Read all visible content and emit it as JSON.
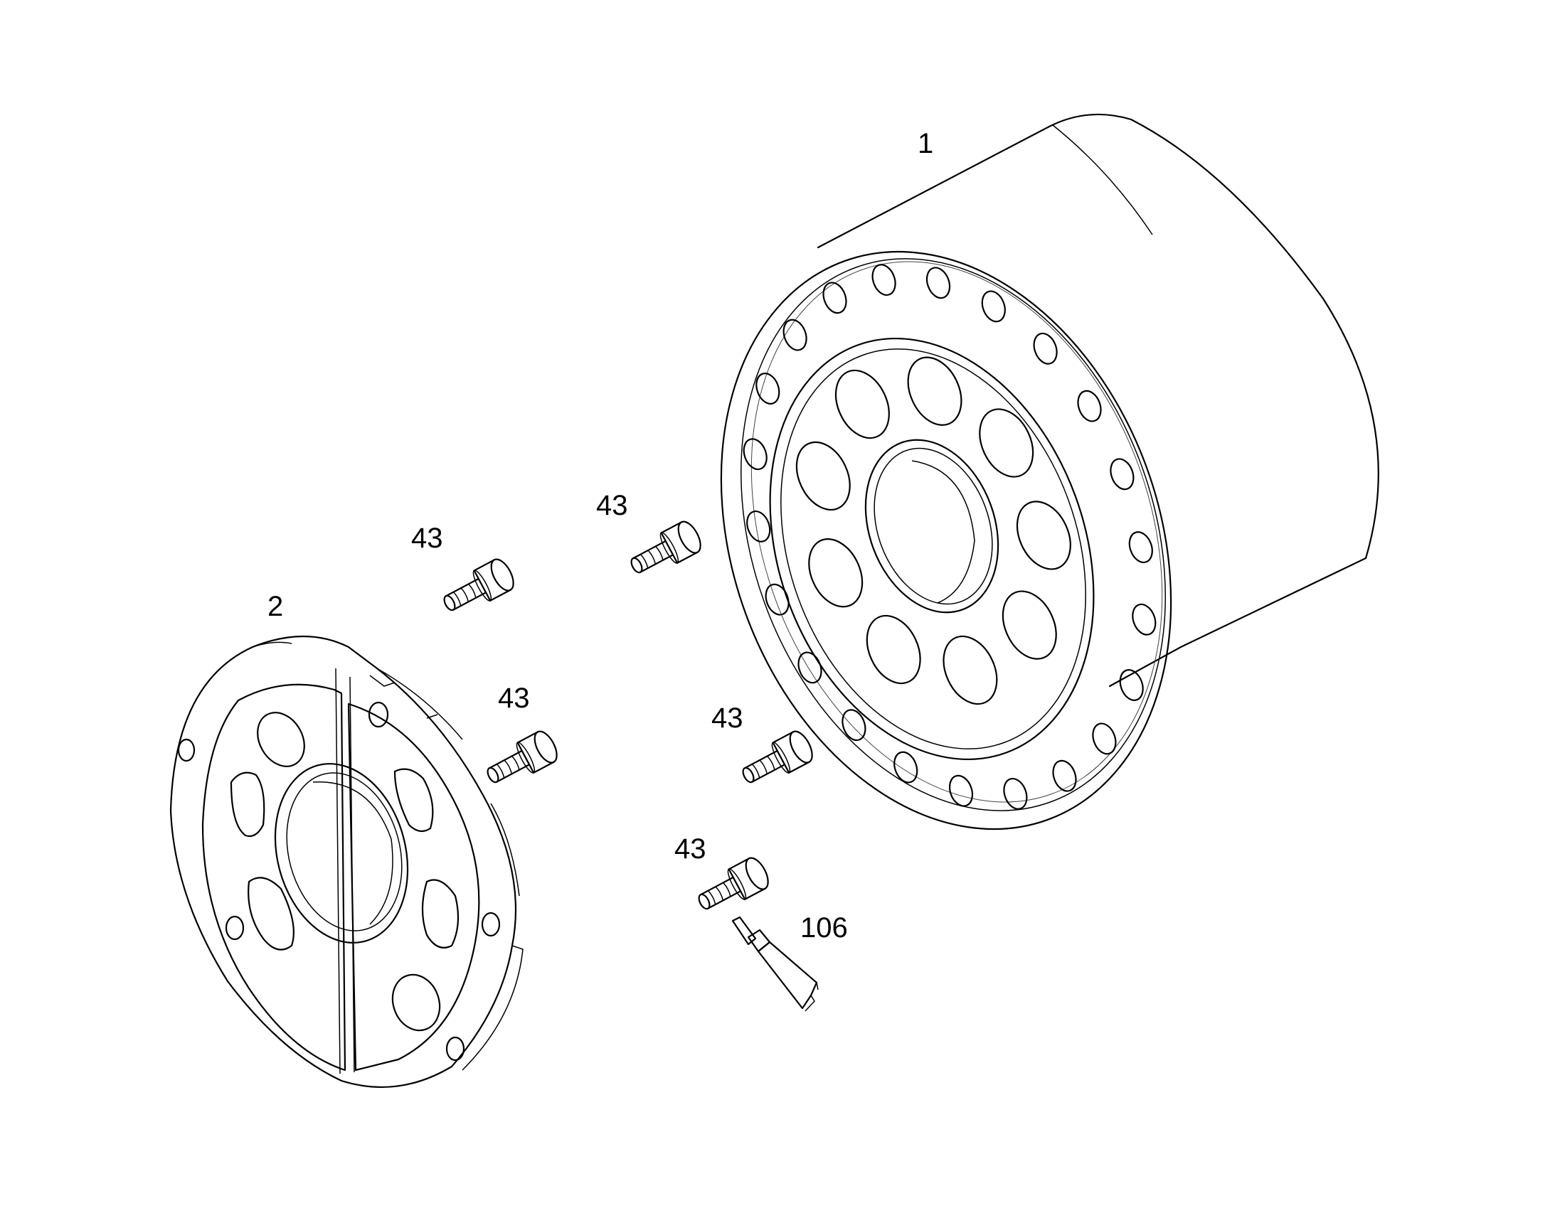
{
  "diagram": {
    "colors": {
      "line": "#000000",
      "background": "#ffffff"
    },
    "parts": [
      {
        "id": "hub",
        "callout": "1"
      },
      {
        "id": "end-plate",
        "callout": "2"
      },
      {
        "id": "bolt-a",
        "callout": "43"
      },
      {
        "id": "bolt-b",
        "callout": "43"
      },
      {
        "id": "bolt-c",
        "callout": "43"
      },
      {
        "id": "bolt-d",
        "callout": "43"
      },
      {
        "id": "bolt-e",
        "callout": "43"
      },
      {
        "id": "sealant-tube",
        "callout": "106"
      }
    ]
  }
}
